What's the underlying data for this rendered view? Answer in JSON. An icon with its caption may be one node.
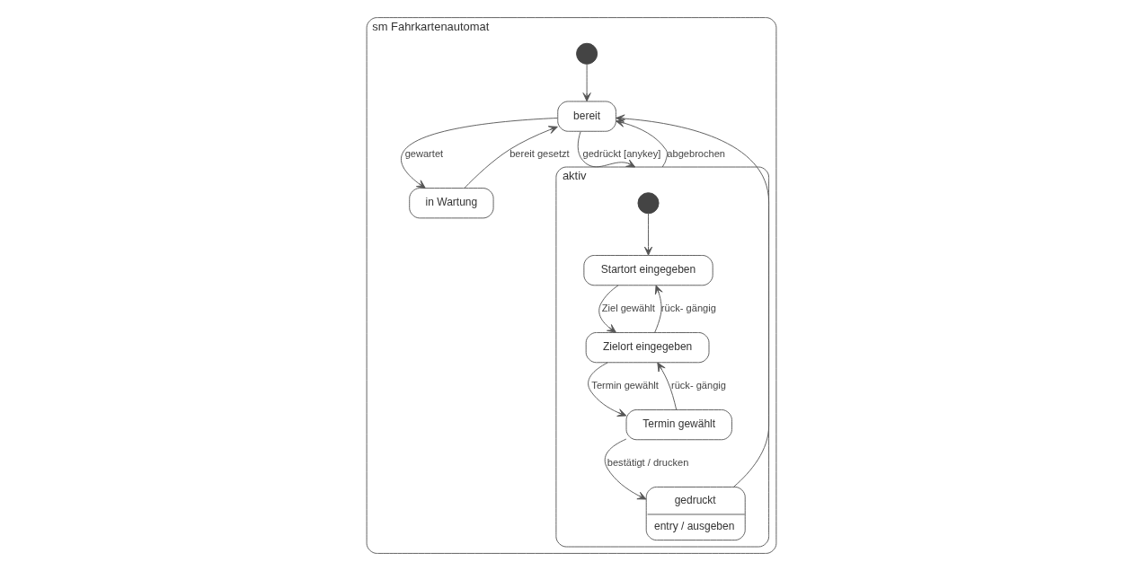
{
  "diagram": {
    "nodes": [
      {
        "text": [
          "sm Fahrkartenautomat"
        ]
      },
      {
        "text": [],
        "shape": "circle",
        "in": 0
      },
      {
        "text": [
          "bereit"
        ],
        "in": 0
      },
      {
        "text": [
          "in Wartung"
        ],
        "in": 0
      },
      {
        "text": [
          "aktiv"
        ],
        "in": 0
      },
      {
        "text": [],
        "shape": "circle",
        "in": 4
      },
      {
        "text": [
          "Startort eingegeben"
        ],
        "in": 4
      },
      {
        "text": [
          "Zielort eingegeben"
        ],
        "in": 4
      },
      {
        "text": [
          "Termin gewählt"
        ],
        "in": 4
      },
      {
        "text": [
          "gedruckt",
          "entry / ausgeben"
        ],
        "in": 4
      }
    ],
    "edges": [
      {
        "from": 1,
        "to": 2,
        "arrow": "to"
      },
      {
        "from": 2,
        "to": 4,
        "arrow": "to",
        "label": "gedrückt [anykey]"
      },
      {
        "from": 4,
        "to": 2,
        "arrow": "to",
        "label": "abgebrochen"
      },
      {
        "from": 2,
        "to": 3,
        "arrow": "to",
        "label": "gewartet"
      },
      {
        "from": 3,
        "to": 2,
        "arrow": "to",
        "label": "bereit gesetzt"
      },
      {
        "from": 5,
        "to": 6,
        "arrow": "to"
      },
      {
        "from": 6,
        "to": 7,
        "arrow": "to",
        "label": "Ziel gewählt"
      },
      {
        "from": 7,
        "to": 6,
        "arrow": "to",
        "label": "rück- gängig"
      },
      {
        "from": 8,
        "to": 7,
        "arrow": "to",
        "label": "rück- gängig"
      },
      {
        "from": 7,
        "to": 8,
        "arrow": "to",
        "label": "Termin gewählt"
      },
      {
        "from": 8,
        "to": 9,
        "arrow": "to",
        "label": "bestätigt / drucken"
      },
      {
        "from": 9,
        "to": 2,
        "arrow": "to"
      }
    ]
  }
}
